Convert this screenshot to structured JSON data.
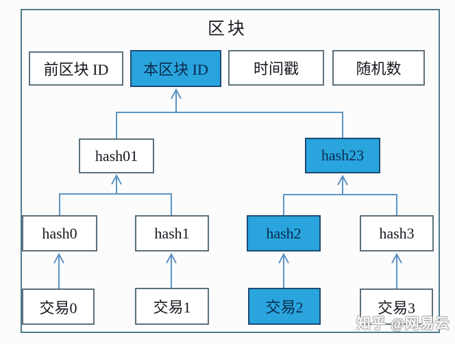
{
  "title": "区块",
  "watermark": "知乎 @网易云",
  "colors": {
    "highlight_fill": "#29A4DD",
    "highlight_border": "#1D4A72",
    "line": "#5B93C4",
    "frame_border": "#4E7A8C"
  },
  "block_fields": [
    {
      "label": "前区块 ID",
      "highlighted": false
    },
    {
      "label": "本区块 ID",
      "highlighted": true
    },
    {
      "label": "时间戳",
      "highlighted": false
    },
    {
      "label": "随机数",
      "highlighted": false
    }
  ],
  "merkle_tree": {
    "level2": [
      {
        "label": "hash01",
        "highlighted": false
      },
      {
        "label": "hash23",
        "highlighted": true
      }
    ],
    "level1": [
      {
        "label": "hash0",
        "highlighted": false
      },
      {
        "label": "hash1",
        "highlighted": false
      },
      {
        "label": "hash2",
        "highlighted": true
      },
      {
        "label": "hash3",
        "highlighted": false
      }
    ],
    "transactions": [
      {
        "label": "交易0",
        "highlighted": false
      },
      {
        "label": "交易1",
        "highlighted": false
      },
      {
        "label": "交易2",
        "highlighted": true
      },
      {
        "label": "交易3",
        "highlighted": false
      }
    ]
  }
}
